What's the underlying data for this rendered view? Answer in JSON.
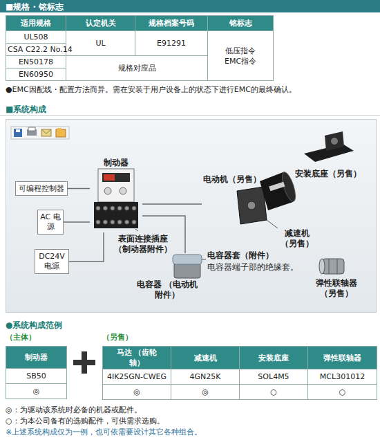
{
  "diagram": {
    "nodes": [
      {
        "text": [
          "制动器"
        ]
      },
      {
        "text": [
          "可编程控制器"
        ]
      },
      {
        "text": [
          "AC 电源"
        ]
      },
      {
        "text": [
          "DC24V 电源"
        ]
      },
      {
        "text": [
          "表面连接插座 （制动器附件）"
        ]
      },
      {
        "text": [
          "电动机（另售）"
        ]
      },
      {
        "text": [
          "减速机 （另售）"
        ]
      },
      {
        "text": [
          "安装底座（另售）"
        ]
      },
      {
        "text": [
          "电容器套（附件）",
          "电容器端子部的绝缘套。"
        ]
      },
      {
        "text": [
          "电容器 （电动机附件）"
        ]
      },
      {
        "text": [
          "弹性联轴器 （另售）"
        ]
      }
    ],
    "edges": [
      {
        "from": 1,
        "to": 0,
        "arrow": "none"
      },
      {
        "from": 2,
        "to": 0,
        "arrow": "none"
      },
      {
        "from": 3,
        "to": 0,
        "arrow": "none"
      },
      {
        "from": 0,
        "to": 5,
        "arrow": "none"
      },
      {
        "from": 0,
        "to": 9,
        "arrow": "none"
      }
    ],
    "labels": [
      "■规格 · 铭标志",
      "适用规格",
      "认定机关",
      "规格档案号码",
      "铭标志",
      "UL508",
      "CSA C22.2 No.14",
      "UL",
      "E91291",
      "低压指令 EMC指令",
      "EN50178",
      "EN60950",
      "规格对应品",
      "●EMC因配线・配置方法而异。需在安装于用户设备上的状态下进行EMC的最终确认。",
      "■系统构成",
      "●系统构成范例",
      "（主体）",
      "（另售）",
      "制动器",
      "SB50",
      "◎",
      "马达 （齿轮轴）",
      "减速机",
      "安装底座",
      "弹性联轴器",
      "4IK25GN-CWEG",
      "4GN25K",
      "SOL4M5",
      "MCL301012",
      "◎",
      "◎",
      "○",
      "○",
      "◎：为驱动该系统时必备的机器或配件。",
      "○：为本公司备有的选购配件，可供需求选购。",
      "※上述系统构成仅为一例，也可依需要设计其它各种组合。"
    ]
  }
}
